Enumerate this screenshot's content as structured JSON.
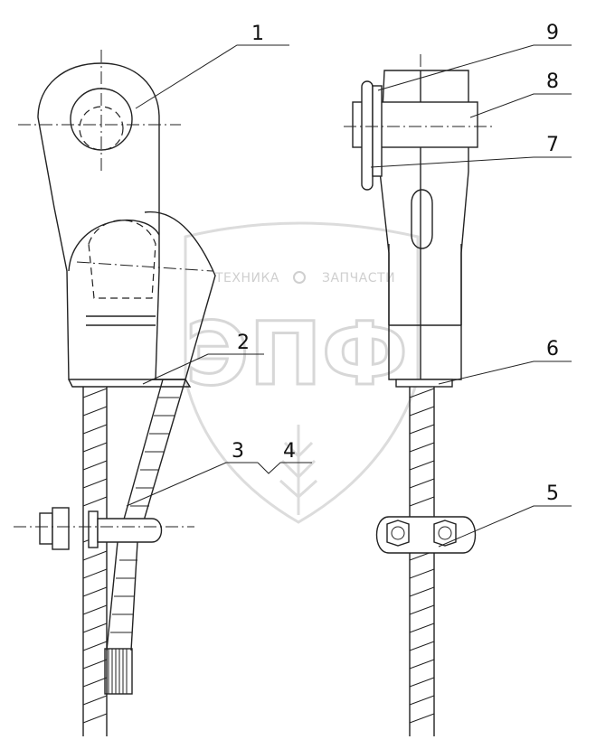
{
  "callouts": [
    {
      "id": "1",
      "label": "1"
    },
    {
      "id": "2",
      "label": "2"
    },
    {
      "id": "3",
      "label": "3"
    },
    {
      "id": "4",
      "label": "4"
    },
    {
      "id": "5",
      "label": "5"
    },
    {
      "id": "6",
      "label": "6"
    },
    {
      "id": "7",
      "label": "7"
    },
    {
      "id": "8",
      "label": "8"
    },
    {
      "id": "9",
      "label": "9"
    }
  ],
  "watermark": {
    "left_word": "ТЕХНИКА",
    "right_word": "ЗАПЧАСТИ",
    "big_letters": "ЭПФ",
    "color": "#d7d7d7"
  }
}
